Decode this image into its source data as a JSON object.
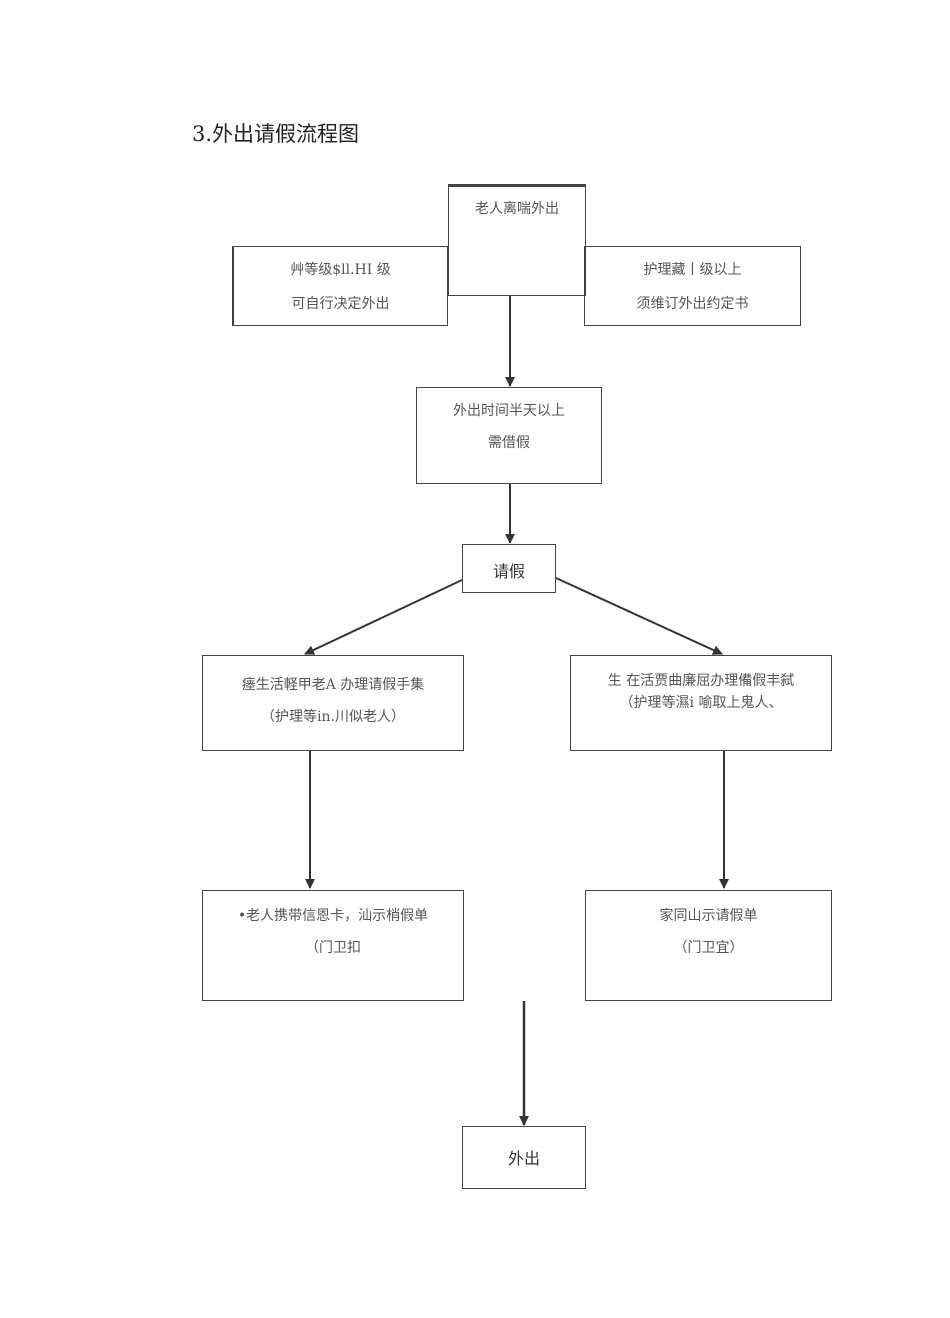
{
  "title": "3.外出请假流程图",
  "nodes": {
    "start": {
      "line1": "老人离喘外出"
    },
    "left_top": {
      "line1": "艸等级$ll.HI 级",
      "line2": "可自行决定外出"
    },
    "right_top": {
      "line1": "护理藏丨级以上",
      "line2": "须维订外出约定书"
    },
    "half_day": {
      "line1": "外出时间半天以上",
      "line2": "需借假"
    },
    "leave": {
      "line1": "请假"
    },
    "left_mid": {
      "line1": "瘗生活軽甲老A 办理请假手集",
      "line2": "（护理等in.川似老人）"
    },
    "right_mid": {
      "line1": "生 在活贾曲廉屈办理備假丰弑",
      "line2": "（护理等濕i 喻取上鬼人、"
    },
    "left_bottom": {
      "line1": "•老人携带信恩卡，汕示梢假单",
      "line2": "（门卫扣"
    },
    "right_bottom": {
      "line1": "家同山示请假单",
      "line2": "（门卫宜）"
    },
    "end": {
      "line1": "外出"
    }
  }
}
